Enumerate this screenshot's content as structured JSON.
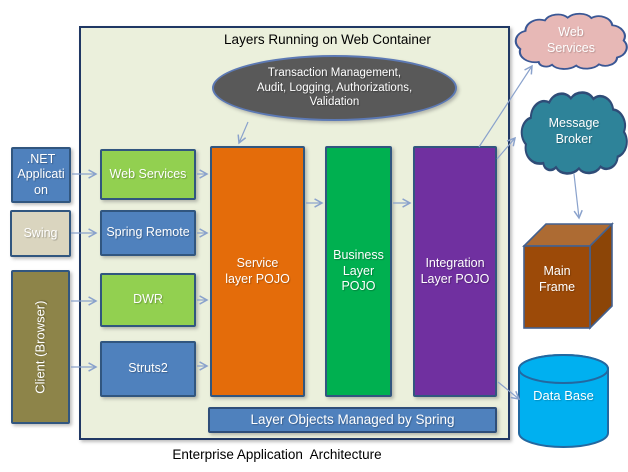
{
  "diagram": {
    "container": {
      "title": "Layers Running on Web Container"
    },
    "caption": "Enterprise Application  Architecture",
    "crosscutting": {
      "label": "Transaction Management,\nAudit, Logging, Authorizations,\nValidation"
    },
    "clients": [
      {
        "label": ".NET Application"
      },
      {
        "label": "Swing"
      },
      {
        "label": "Client (Browser)"
      }
    ],
    "adapters": [
      {
        "label": "Web Services"
      },
      {
        "label": "Spring Remote"
      },
      {
        "label": "DWR"
      },
      {
        "label": "Struts2"
      }
    ],
    "layers": [
      {
        "label": "Service layer POJO"
      },
      {
        "label": "Business Layer POJO"
      },
      {
        "label": "Integration Layer POJO"
      }
    ],
    "spring_bar": {
      "label": "Layer Objects Managed by Spring"
    },
    "external": {
      "web_services_cloud": {
        "label": "Web Services"
      },
      "message_broker_cloud": {
        "label": "Message Broker"
      },
      "main_frame": {
        "label": "Main Frame"
      },
      "database": {
        "label": "Data Base"
      }
    },
    "colors": {
      "container_fill": "#EBF0DC",
      "container_border": "#203864",
      "blue_box": "#4F81BD",
      "light_green_box": "#92D050",
      "orange_layer": "#E46C0A",
      "green_layer": "#00B050",
      "purple_layer": "#7030A0",
      "tan_box": "#DAD5BF",
      "olive_box": "#8D8449",
      "ellipse_gray": "#595959",
      "pink_cloud": "#E7B8B6",
      "teal_cloud": "#2E8399",
      "mainframe_brown": "#9C4A08",
      "database_cyan": "#00B0F0",
      "arrow_line": "#8AA2CC"
    }
  }
}
